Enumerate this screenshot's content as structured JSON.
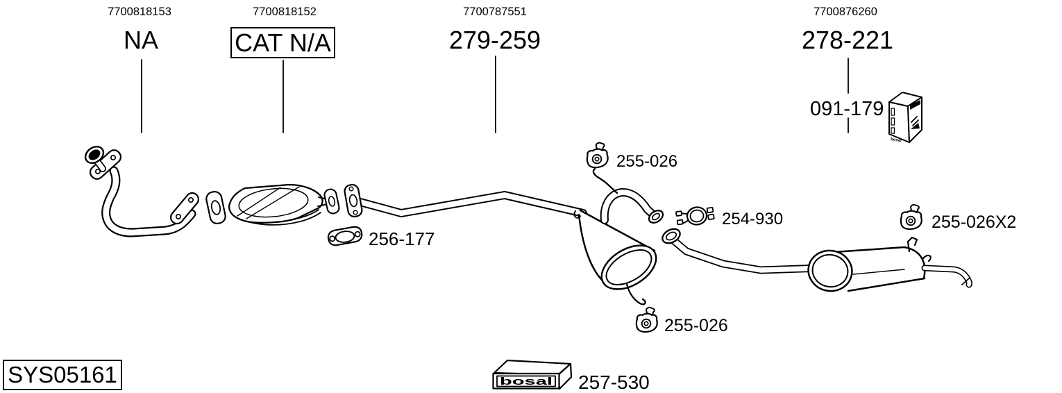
{
  "colors": {
    "ink": "#000000",
    "paper": "#ffffff"
  },
  "brand": "bosal",
  "system": {
    "code": "SYS05161"
  },
  "kit": {
    "code": "257-530"
  },
  "sub_label": {
    "code": "091-179"
  },
  "columns": [
    {
      "oe_number": "7700818153",
      "code": "NA"
    },
    {
      "oe_number": "7700818152",
      "code": "CAT N/A"
    },
    {
      "oe_number": "7700787551",
      "code": "279-259"
    },
    {
      "oe_number": "7700876260",
      "code": "278-221"
    }
  ],
  "mount_labels": {
    "hanger_top": "255-026",
    "gasket": "256-177",
    "clamp": "254-930",
    "hanger_rear": "255-026X2",
    "hanger_bottom": "255-026"
  }
}
